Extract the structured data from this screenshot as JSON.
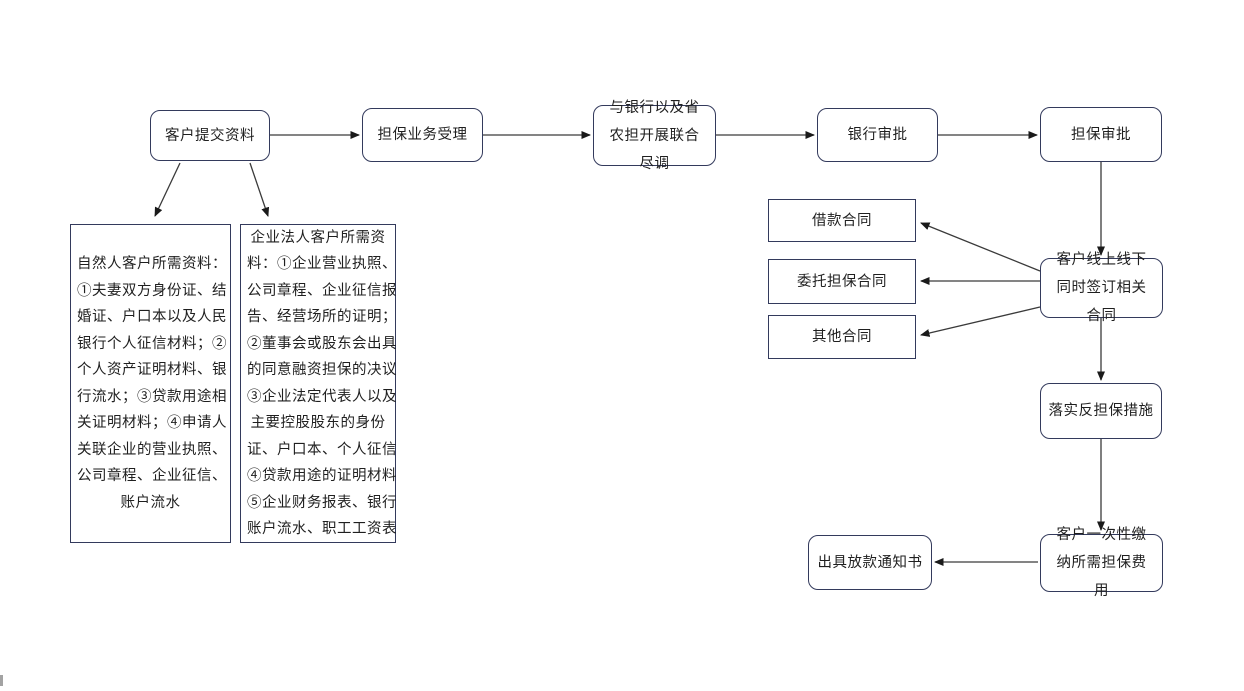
{
  "diagram": {
    "type": "flowchart",
    "colors": {
      "background": "#ffffff",
      "node_border": "#333a5c",
      "text": "#1f1f1f",
      "arrow_line": "#3a3a3a",
      "arrow_head": "#1a1a1a"
    },
    "nodes": {
      "submit": {
        "label": "客户提交资料"
      },
      "accept": {
        "label": "担保业务受理"
      },
      "joint_dd": {
        "label": "与银行以及省农担开展联合尽调"
      },
      "bank_approval": {
        "label": "银行审批"
      },
      "guarantee_approval": {
        "label": "担保审批"
      },
      "natural_docs": {
        "lines": [
          "自然人客户所需资料：",
          "①夫妻双方身份证、结",
          "婚证、户口本以及人民",
          "银行个人征信材料；②",
          "个人资产证明材料、银",
          "行流水；③贷款用途相",
          "关证明材料；④申请人",
          "关联企业的营业执照、",
          "公司章程、企业征信、",
          "账户流水"
        ]
      },
      "corporate_docs": {
        "lines": [
          "企业法人客户所需资",
          "料：①企业营业执照、",
          "公司章程、企业征信报",
          "告、经营场所的证明；",
          "②董事会或股东会出具",
          "的同意融资担保的决议",
          "③企业法定代表人以及",
          "主要控股股东的身份",
          "证、户口本、个人征信",
          "④贷款用途的证明材料",
          "⑤企业财务报表、银行",
          "账户流水、职工工资表"
        ]
      },
      "loan_contract": {
        "label": "借款合同"
      },
      "entrust_contract": {
        "label": "委托担保合同"
      },
      "other_contract": {
        "label": "其他合同"
      },
      "sign_contracts": {
        "label": "客户线上线下同时签订相关合同"
      },
      "counter_guarantee": {
        "label": "落实反担保措施"
      },
      "pay_fee": {
        "label": "客户一次性缴纳所需担保费用"
      },
      "loan_notice": {
        "label": "出具放款通知书"
      }
    }
  }
}
